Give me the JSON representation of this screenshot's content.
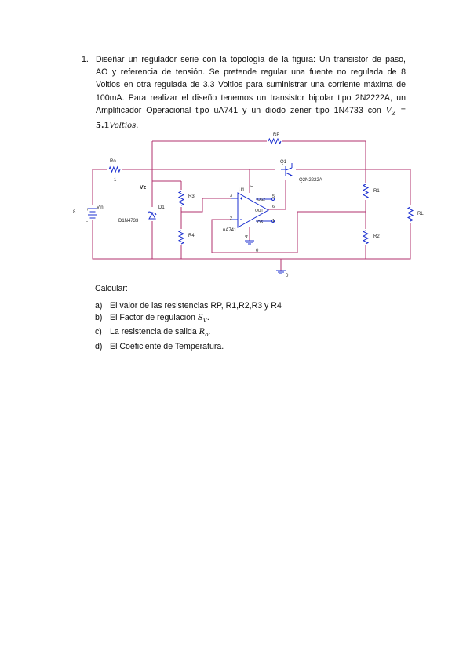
{
  "problem": {
    "number": "1.",
    "lines": [
      "Diseñar un regulador serie con la topología de la figura: Un transistor de paso,",
      "AO  y referencia de tensión. Se pretende regular una fuente no regulada  de 8",
      "Voltios en otra regulada de 3.3 Voltios para suministrar una corriente máxima de",
      "100mA. Para realizar el diseño tenemos un transistor bipolar tipo 2N2222A, un",
      "Amplificador Operacional tipo uA741 y un diodo zener tipo 1N4733 con"
    ],
    "vz_math": "V",
    "vz_sub": "Z",
    "vz_eq": " =",
    "vz_value": "5.1",
    "vz_unit": "Voltios",
    "vz_end": "."
  },
  "circuit": {
    "wire_color": "#b0306e",
    "component_color": "#1b2fd0",
    "labels": {
      "rp": "RP",
      "q1": "Q1",
      "q1_model": "Q2N2222A",
      "ro": "Ro",
      "ro_node": "1",
      "vz_node": "Vz",
      "u1": "U1",
      "r3": "R3",
      "r4": "R4",
      "d1": "D1",
      "d1_model": "D1N4733",
      "vin": "Vin",
      "vin_value": "8",
      "r1": "R1",
      "r2": "R2",
      "rl": "RL",
      "pin3": "3",
      "pin2": "2",
      "pin6": "6",
      "pin7": "7",
      "pin4": "4",
      "pin5": "5",
      "pin1": "1",
      "os2": "OS2",
      "os1": "OS1",
      "out": "OUT",
      "opamp_model": "uA741",
      "gnd1": "0",
      "gnd2": "0",
      "plus": "+",
      "minus": "-"
    }
  },
  "calculate": {
    "title": "Calcular:",
    "items": [
      {
        "letter": "a)",
        "text": "El valor de las resistencias RP, R1,R2,R3 y R4"
      },
      {
        "letter": "b)",
        "text": "El Factor de regulación ",
        "math": "S",
        "sub": "V",
        "end": "."
      },
      {
        "letter": "c)",
        "text": "La resistencia de salida ",
        "math": "R",
        "sub": "o",
        "end": "."
      },
      {
        "letter": "d)",
        "text": "El Coeficiente de Temperatura."
      }
    ]
  }
}
